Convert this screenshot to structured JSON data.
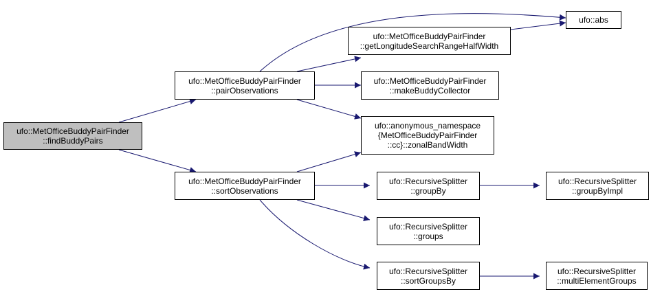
{
  "nodes": {
    "find_buddy_pairs": [
      "ufo::MetOfficeBuddyPairFinder",
      "::findBuddyPairs"
    ],
    "pair_observations": [
      "ufo::MetOfficeBuddyPairFinder",
      "::pairObservations"
    ],
    "sort_observations": [
      "ufo::MetOfficeBuddyPairFinder",
      "::sortObservations"
    ],
    "abs": [
      "ufo::abs"
    ],
    "get_longitude": [
      "ufo::MetOfficeBuddyPairFinder",
      "::getLongitudeSearchRangeHalfWidth"
    ],
    "make_buddy_collector": [
      "ufo::MetOfficeBuddyPairFinder",
      "::makeBuddyCollector"
    ],
    "zonal_band_width": [
      "ufo::anonymous_namespace",
      "{MetOfficeBuddyPairFinder",
      "::cc}::zonalBandWidth"
    ],
    "group_by": [
      "ufo::RecursiveSplitter",
      "::groupBy"
    ],
    "group_by_impl": [
      "ufo::RecursiveSplitter",
      "::groupByImpl"
    ],
    "groups": [
      "ufo::RecursiveSplitter",
      "::groups"
    ],
    "sort_groups_by": [
      "ufo::RecursiveSplitter",
      "::sortGroupsBy"
    ],
    "multi_element_groups": [
      "ufo::RecursiveSplitter",
      "::multiElementGroups"
    ]
  },
  "edge_color": "#191970",
  "root_fill": "#bfbfbf"
}
